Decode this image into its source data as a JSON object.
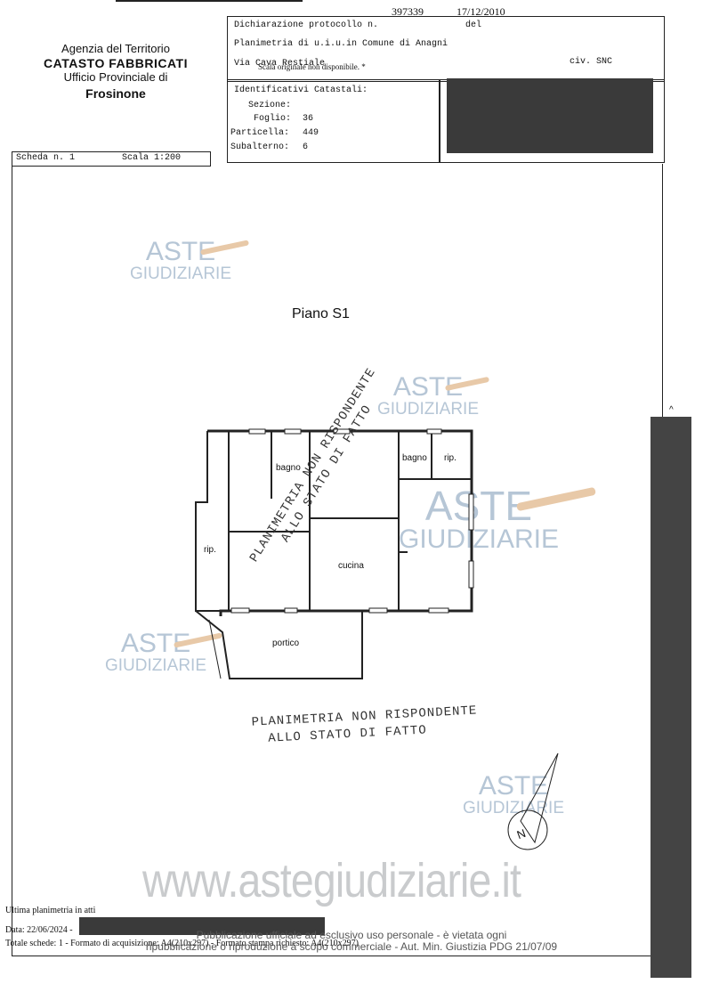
{
  "top": {
    "protocol_number": "397339",
    "date": "17/12/2010"
  },
  "agency": {
    "line1": "Agenzia del Territorio",
    "line2": "CATASTO FABBRICATI",
    "line3": "Ufficio Provinciale di",
    "line4": "Frosinone"
  },
  "declaration": {
    "line1_label": "Dichiarazione protocollo n.",
    "line1_del": "del",
    "line2": "Planimetria di u.i.u.in Comune di Anagni",
    "line3_via": "Via Cava Restiale",
    "line3_note": "Scala originale non disponibile. *",
    "line3_civ": "civ. SNC"
  },
  "identifiers": {
    "title": "Identificativi Catastali:",
    "sezione_label": "Sezione:",
    "foglio_label": "Foglio:",
    "foglio_value": "36",
    "particella_label": "Particella:",
    "particella_value": "449",
    "subalterno_label": "Subalterno:",
    "subalterno_value": "6"
  },
  "sheet": {
    "scheda": "Scheda n. 1",
    "scala": "Scala 1:200"
  },
  "plan": {
    "floor_title": "Piano S1",
    "rooms": {
      "bagno_left": "bagno",
      "bagno_right": "bagno",
      "rip_right": "rip.",
      "rip_left": "rip.",
      "cucina": "cucina",
      "portico": "portico"
    },
    "compass_label": "N"
  },
  "stamps": {
    "diagonal_line1": "PLANIMETRIA NON RISPONDENTE",
    "diagonal_line2": "ALLO STATO DI FATTO",
    "lower_line1": "PLANIMETRIA NON RISPONDENTE",
    "lower_line2": "ALLO STATO DI FATTO"
  },
  "watermarks": {
    "aste": "ASTE",
    "giudiziarie": "GIUDIZIARIE",
    "url": "www.astegiudiziarie.it"
  },
  "footer": {
    "ultima": "Ultima planimetria in atti",
    "data": "Data: 22/06/2024 -",
    "totale": "Totale schede: 1 - Formato di acquisizione: A4(210x297) - Formato stampa richiesto: A4(210x297)",
    "notice_line1": "Pubblicazione ufficiale ad esclusivo uso personale - è vietata ogni",
    "notice_line2": "ripubblicazione o riproduzione a scopo commerciale - Aut. Min. Giustizia PDG 21/07/09"
  },
  "colors": {
    "watermark": "#b6c6d6",
    "redaction": "#3a3a3a",
    "ink": "#111111"
  }
}
